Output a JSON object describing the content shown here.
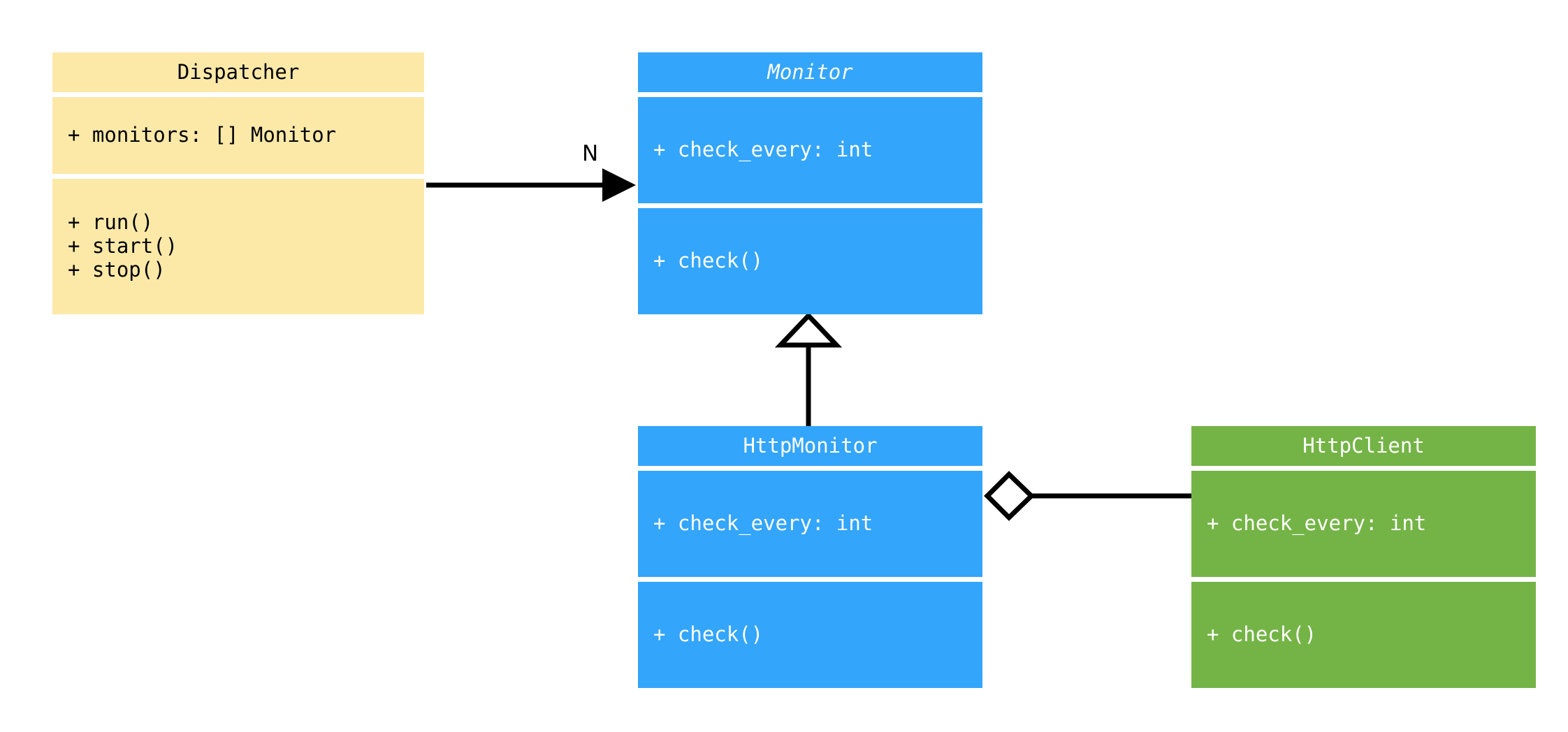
{
  "diagram": {
    "type": "uml-class-diagram",
    "background": "#ffffff",
    "colors": {
      "dispatcher_fill": "#fce9a8",
      "monitor_fill": "#33a5fb",
      "http_monitor_fill": "#33a5fb",
      "http_client_fill": "#74b446",
      "line": "#000000",
      "dark_text": "#000000",
      "light_text": "#ffffff"
    }
  },
  "classes": {
    "dispatcher": {
      "name": "Dispatcher",
      "abstract": false,
      "attributes": [
        "+ monitors: [] Monitor"
      ],
      "methods": [
        "+ run()",
        "+ start()",
        "+ stop()"
      ]
    },
    "monitor": {
      "name": "Monitor",
      "abstract": true,
      "attributes": [
        "+ check_every: int"
      ],
      "methods": [
        "+ check()"
      ]
    },
    "http_monitor": {
      "name": "HttpMonitor",
      "abstract": false,
      "attributes": [
        "+ check_every: int"
      ],
      "methods": [
        "+ check()"
      ]
    },
    "http_client": {
      "name": "HttpClient",
      "abstract": false,
      "attributes": [
        "+ check_every: int"
      ],
      "methods": [
        "+ check()"
      ]
    }
  },
  "relationships": [
    {
      "id": "dispatcher-monitor",
      "from": "Dispatcher",
      "to": "Monitor",
      "kind": "association",
      "arrow": "solid-filled-arrowhead",
      "label": "N"
    },
    {
      "id": "httpmonitor-monitor",
      "from": "HttpMonitor",
      "to": "Monitor",
      "kind": "generalization",
      "arrow": "hollow-triangle",
      "label": ""
    },
    {
      "id": "httpmonitor-httpclient",
      "from": "HttpMonitor",
      "to": "HttpClient",
      "kind": "aggregation",
      "arrow": "hollow-diamond",
      "label": ""
    }
  ]
}
